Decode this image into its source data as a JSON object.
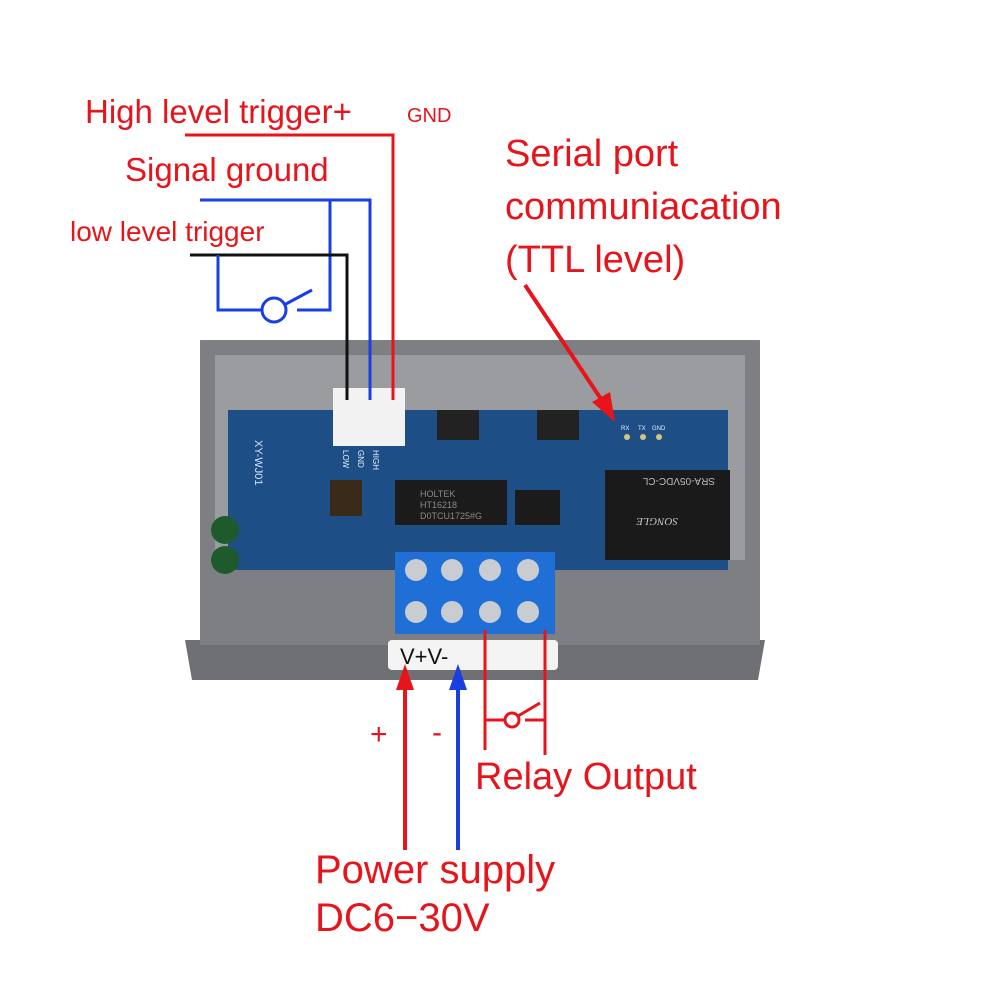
{
  "labels": {
    "high_trigger": "High level trigger+",
    "gnd": "GND",
    "signal_ground": "Signal ground",
    "low_trigger": "low level trigger",
    "serial_line1": "Serial port",
    "serial_line2": "communiacation",
    "serial_line3": "(TTL level)",
    "plus": "+",
    "minus": "-",
    "relay_output": "Relay Output",
    "power_line1": "Power supply",
    "power_line2": "DC6−30V"
  },
  "board": {
    "model": "XY-WJ01",
    "connector_pins": [
      "LOW",
      "GND",
      "HIGH"
    ],
    "chip": [
      "HOLTEK",
      "HT16218",
      "D0TCU1725#G"
    ],
    "relay": "SRA-05VDC-CL",
    "relay_brand": "SONGLE",
    "serial_pins": [
      "RX",
      "TX",
      "GND"
    ],
    "terminal_label": "V+V-"
  },
  "colors": {
    "red": "#e8141c",
    "blue": "#1a3fe0",
    "black": "#111111",
    "pcb": "#1d4f86",
    "case": "#7d7f83",
    "terminal": "#1f6fd6"
  }
}
